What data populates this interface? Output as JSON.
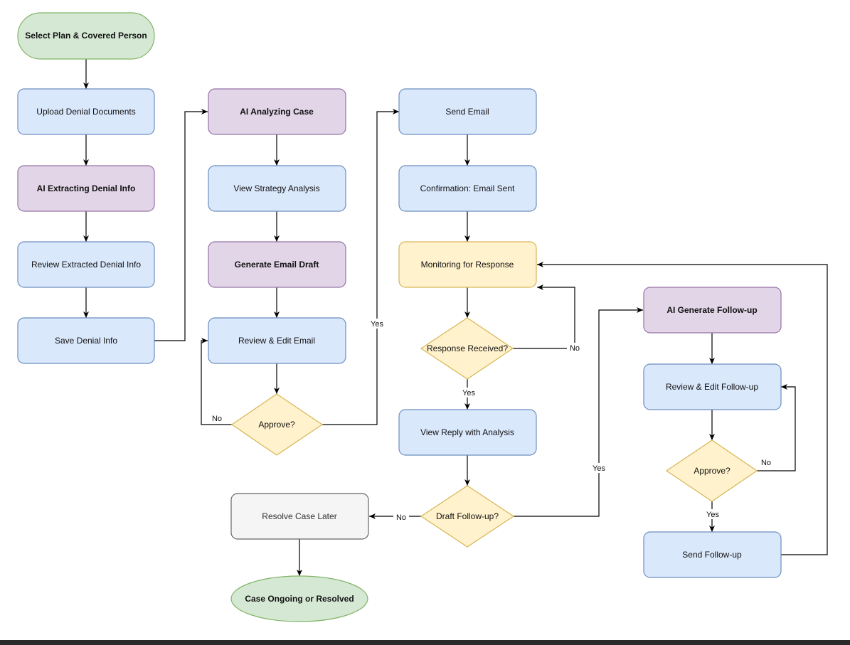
{
  "colors": {
    "terminal_fill": "#d5e8d4",
    "terminal_stroke": "#82b366",
    "process_fill": "#dae8fc",
    "process_stroke": "#6c8ebf",
    "ai_fill": "#e1d5e7",
    "ai_stroke": "#9673a6",
    "decision_fill": "#fff2cc",
    "decision_stroke": "#d6b656",
    "neutral_fill": "#f5f5f5",
    "neutral_stroke": "#666666",
    "edge": "#000000"
  },
  "nodes": {
    "select_plan": "Select Plan & Covered Person",
    "upload_docs": "Upload Denial Documents",
    "ai_extract": "AI Extracting Denial Info",
    "review_extracted": "Review Extracted Denial Info",
    "save_denial": "Save Denial Info",
    "ai_analyzing": "AI Analyzing Case",
    "view_strategy": "View Strategy Analysis",
    "generate_draft": "Generate Email Draft",
    "review_edit_email": "Review & Edit Email",
    "approve_1": "Approve?",
    "send_email": "Send Email",
    "confirmation": "Confirmation: Email Sent",
    "monitoring": "Monitoring for Response",
    "response_received": "Response Received?",
    "view_reply": "View Reply with Analysis",
    "draft_followup": "Draft Follow-up?",
    "resolve_later": "Resolve Case Later",
    "case_ongoing": "Case Ongoing or Resolved",
    "ai_followup": "AI Generate Follow-up",
    "review_followup": "Review & Edit Follow-up",
    "approve_2": "Approve?",
    "send_followup": "Send Follow-up"
  },
  "edge_labels": {
    "approve1_no": "No",
    "approve1_yes": "Yes",
    "response_no": "No",
    "response_yes": "Yes",
    "draft_no": "No",
    "draft_yes": "Yes",
    "approve2_no": "No",
    "approve2_yes": "Yes"
  }
}
